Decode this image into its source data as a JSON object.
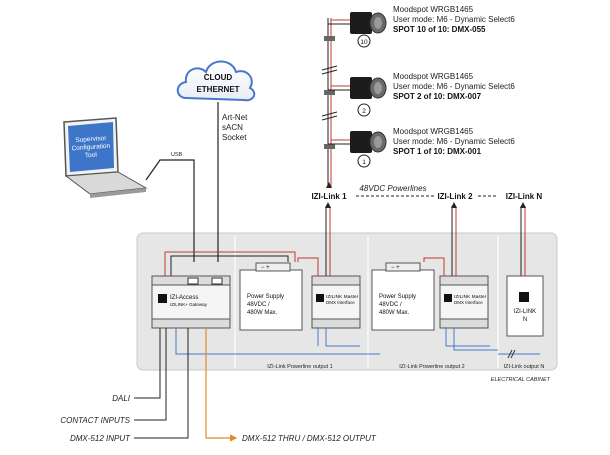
{
  "cloud": {
    "line1": "CLOUD",
    "line2": "ETHERNET"
  },
  "laptop": {
    "line1": "Supervisor",
    "line2": "Configuration",
    "line3": "Tool"
  },
  "usb_label": "USB",
  "protocols": [
    "Art-Net",
    "sACN",
    "Socket"
  ],
  "spots": [
    {
      "model": "Moodspot WRGB1465",
      "mode": "User mode: M6 - Dynamic Select6",
      "id": "SPOT 10 of 10: DMX-055",
      "badge": "10"
    },
    {
      "model": "Moodspot WRGB1465",
      "mode": "User mode: M6 - Dynamic Select6",
      "id": "SPOT 2 of 10: DMX-007",
      "badge": "2"
    },
    {
      "model": "Moodspot WRGB1465",
      "mode": "User mode: M6 - Dynamic Select6",
      "id": "SPOT 1 of 10: DMX-001",
      "badge": "1"
    }
  ],
  "links": {
    "link1": "IZI-Link 1",
    "link2": "IZI-Link 2",
    "linkn": "IZI-Link N",
    "powerlines": "48VDC Powerlines"
  },
  "modules": {
    "access_1": "IZI-Access",
    "access_2": "IZILINK+ Gateway",
    "psu1_1": "Power Supply",
    "psu1_2": "48VDC /",
    "psu1_3": "480W Max.",
    "psu2_1": "Power Supply",
    "psu2_2": "48VDC /",
    "psu2_3": "480W Max.",
    "m1_1": "IZILINK Master",
    "m1_2": "DMX Interface",
    "m2_1": "IZILINK Master",
    "m2_2": "DMX Interface",
    "mn_1": "IZI-LINK",
    "mn_2": "N"
  },
  "outputs": {
    "o1": "IZI-Link Powerline output 1",
    "o2": "IZI-Link Powerline output 2",
    "on": "IZI-Link output N"
  },
  "cabinet_label": "ELECTRICAL CABINET",
  "inputs": {
    "dali": "DALI",
    "contact": "CONTACT INPUTS",
    "dmx_in": "DMX-512 INPUT",
    "dmx_thru": "DMX-512 THRU / DMX-512 OUTPUT"
  },
  "colors": {
    "red": "#c0392b",
    "black": "#222222",
    "orange": "#e08a2b",
    "blue": "#4a78c8",
    "cabinet": "#e6e6e6"
  }
}
